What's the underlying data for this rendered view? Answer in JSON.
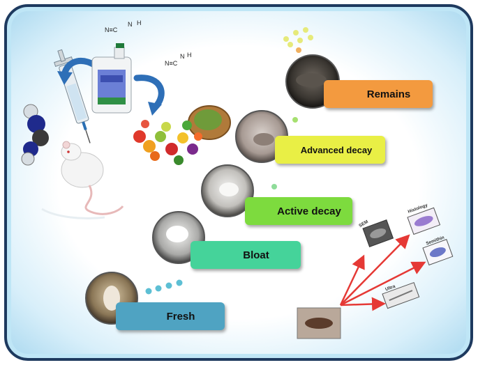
{
  "stages": [
    {
      "id": "fresh",
      "label": "Fresh",
      "color": "#4fa3c2"
    },
    {
      "id": "bloat",
      "label": "Bloat",
      "color": "#45d39a"
    },
    {
      "id": "active",
      "label": "Active  decay",
      "color": "#7ddb3e"
    },
    {
      "id": "advanced",
      "label": "Advanced decay",
      "color": "#e9ef45"
    },
    {
      "id": "remains",
      "label": "Remains",
      "color": "#f39a3f"
    }
  ],
  "micro": {
    "sem": "SEM",
    "histology": "Histology",
    "semithin": "Semithin",
    "ultra": "Ultra"
  },
  "chem": {
    "n_left": "N",
    "h_left": "H",
    "n_right": "N",
    "h_right": "H",
    "n_triple_left": "N≡C",
    "n_triple_right": "N≡C"
  },
  "colors": {
    "arrow_blue": "#2e6fb7",
    "arrow_red": "#e53935",
    "frame": "#1e3a5f"
  }
}
